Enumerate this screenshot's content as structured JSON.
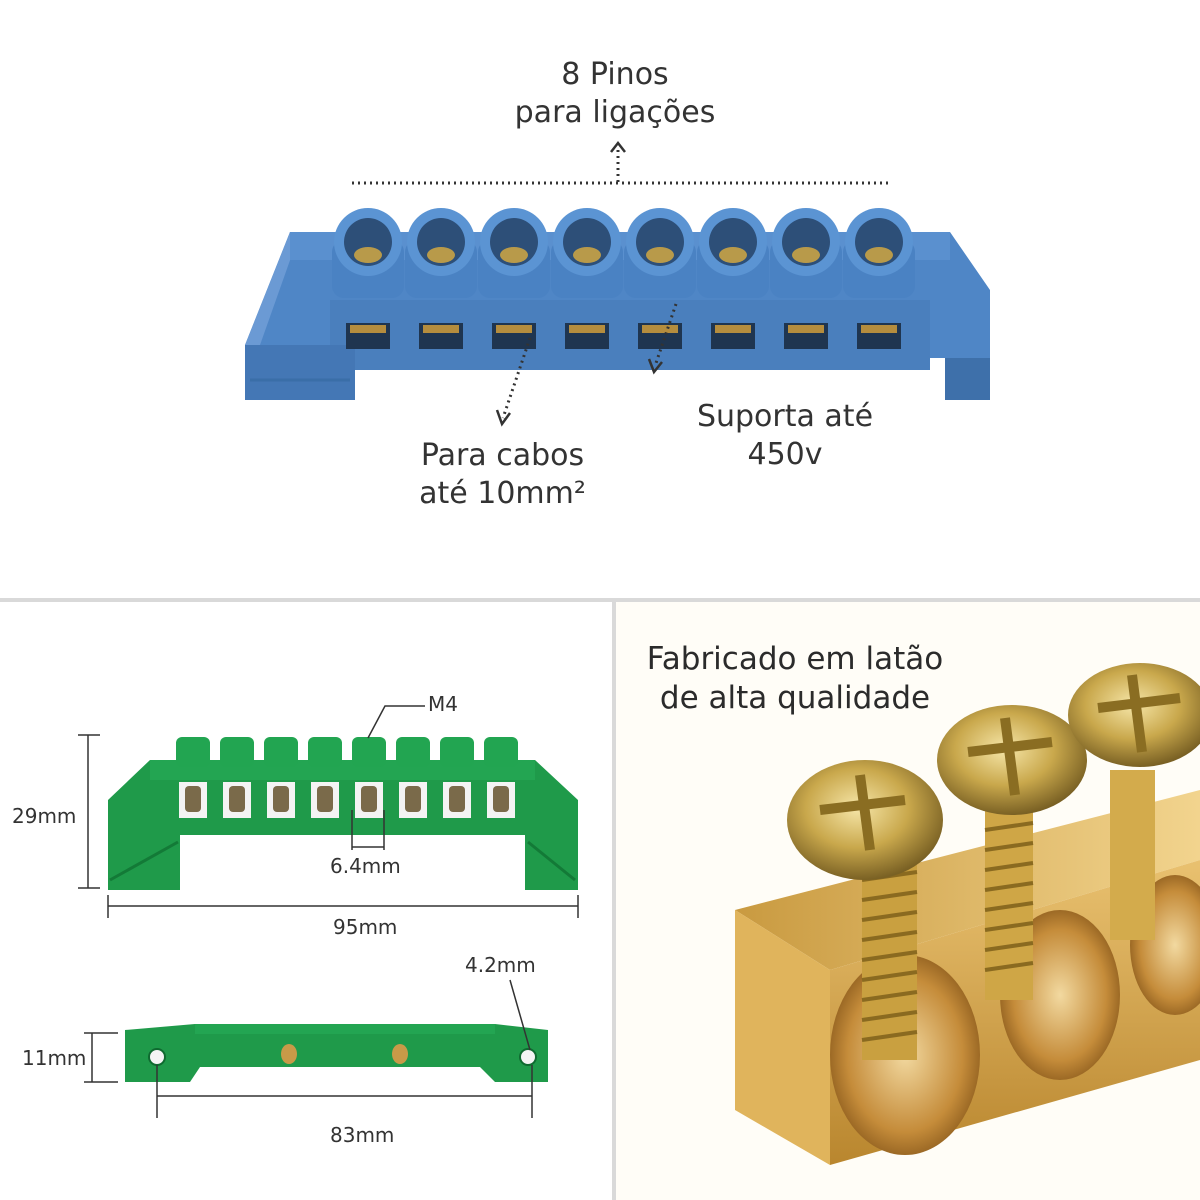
{
  "top": {
    "pins_line1": "8 Pinos",
    "pins_line2": "para ligações",
    "cable_line1": "Para cabos",
    "cable_line2": "até 10mm²",
    "voltage_line1": "Suporta até",
    "voltage_line2": "450v",
    "pin_count": 8,
    "colors": {
      "bar": "#4f86c6",
      "bar_dark": "#3a6ea8",
      "brass": "#c9a44a"
    }
  },
  "dimensions": {
    "m4": "M4",
    "height": "29mm",
    "pitch": "6.4mm",
    "length": "95mm",
    "hole": "4.2mm",
    "depth": "11mm",
    "hole_spacing": "83mm",
    "colors": {
      "body": "#1f9a4a",
      "body_dark": "#137a37"
    }
  },
  "material": {
    "line1": "Fabricado em latão",
    "line2": "de alta qualidade",
    "colors": {
      "brass": "#d4a84a",
      "brass_light": "#f0d08a",
      "brass_dark": "#9a7224"
    }
  }
}
